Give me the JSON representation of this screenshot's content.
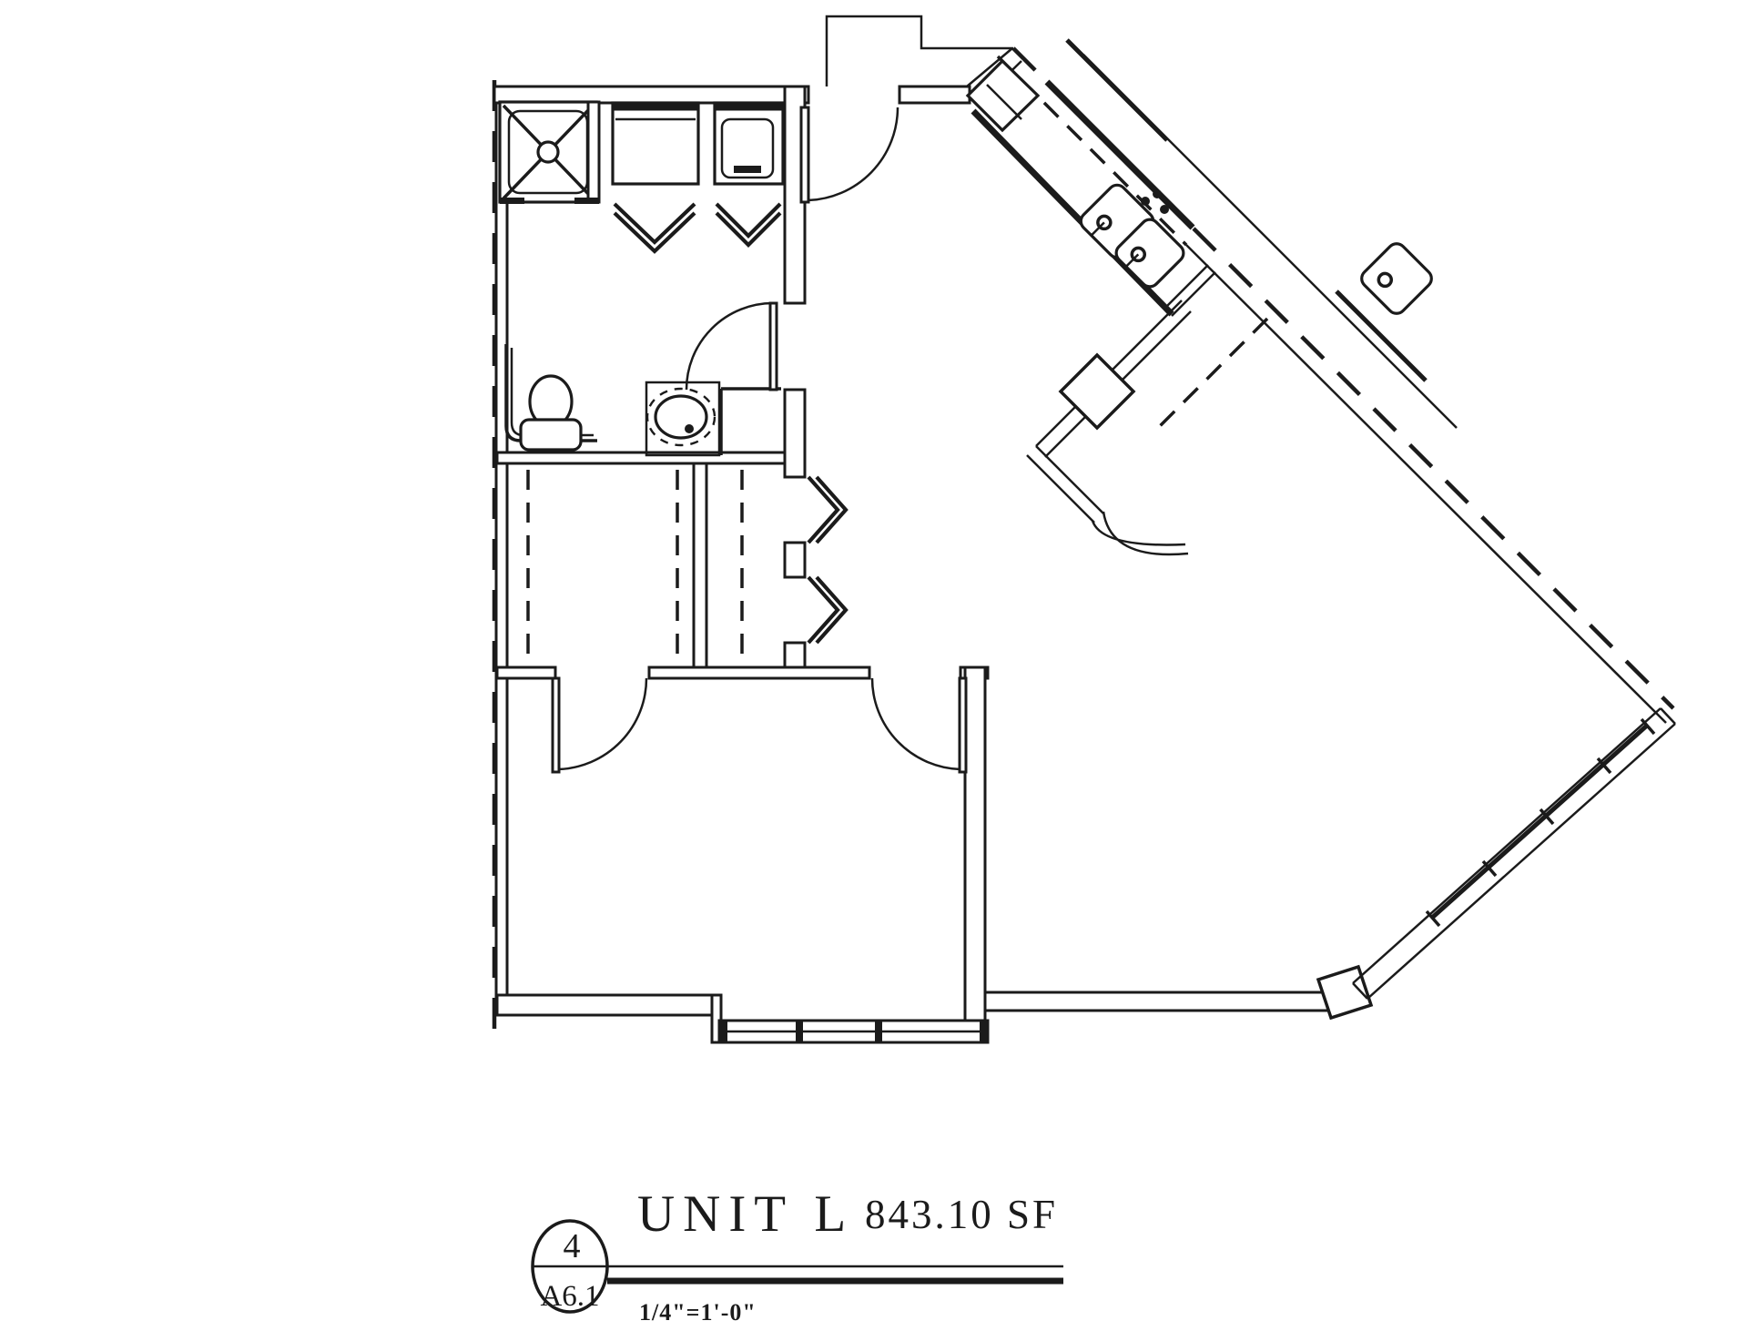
{
  "colors": {
    "ink": "#1b1b1b",
    "paper": "#ffffff"
  },
  "title_block": {
    "unit_label": "UNIT L",
    "area_label": "843.10 SF",
    "detail_number": "4",
    "sheet_number": "A6.1",
    "scale_label": "1/4\"=1'-0\""
  },
  "plan_symbols": [
    "demising-wall-dashed",
    "shower",
    "laundry-closet-shelf",
    "washer-dryer",
    "laundry-bifold-doors",
    "toilet",
    "grab-bar",
    "vanity-sink",
    "bathroom-door",
    "entry-door",
    "walk-in-closet-rod",
    "hall-closet-rod",
    "hall-closet-bifold-doors",
    "closet-door",
    "bedroom-door",
    "bedroom-window-band",
    "living-room-window-wall",
    "corner-post",
    "kitchen-counter",
    "refrigerator",
    "kitchen-double-sink",
    "kitchen-column",
    "kitchen-peninsula-wall",
    "upper-cabinet-dashed-line",
    "neighbor-unit-counter",
    "neighbor-unit-sink"
  ]
}
